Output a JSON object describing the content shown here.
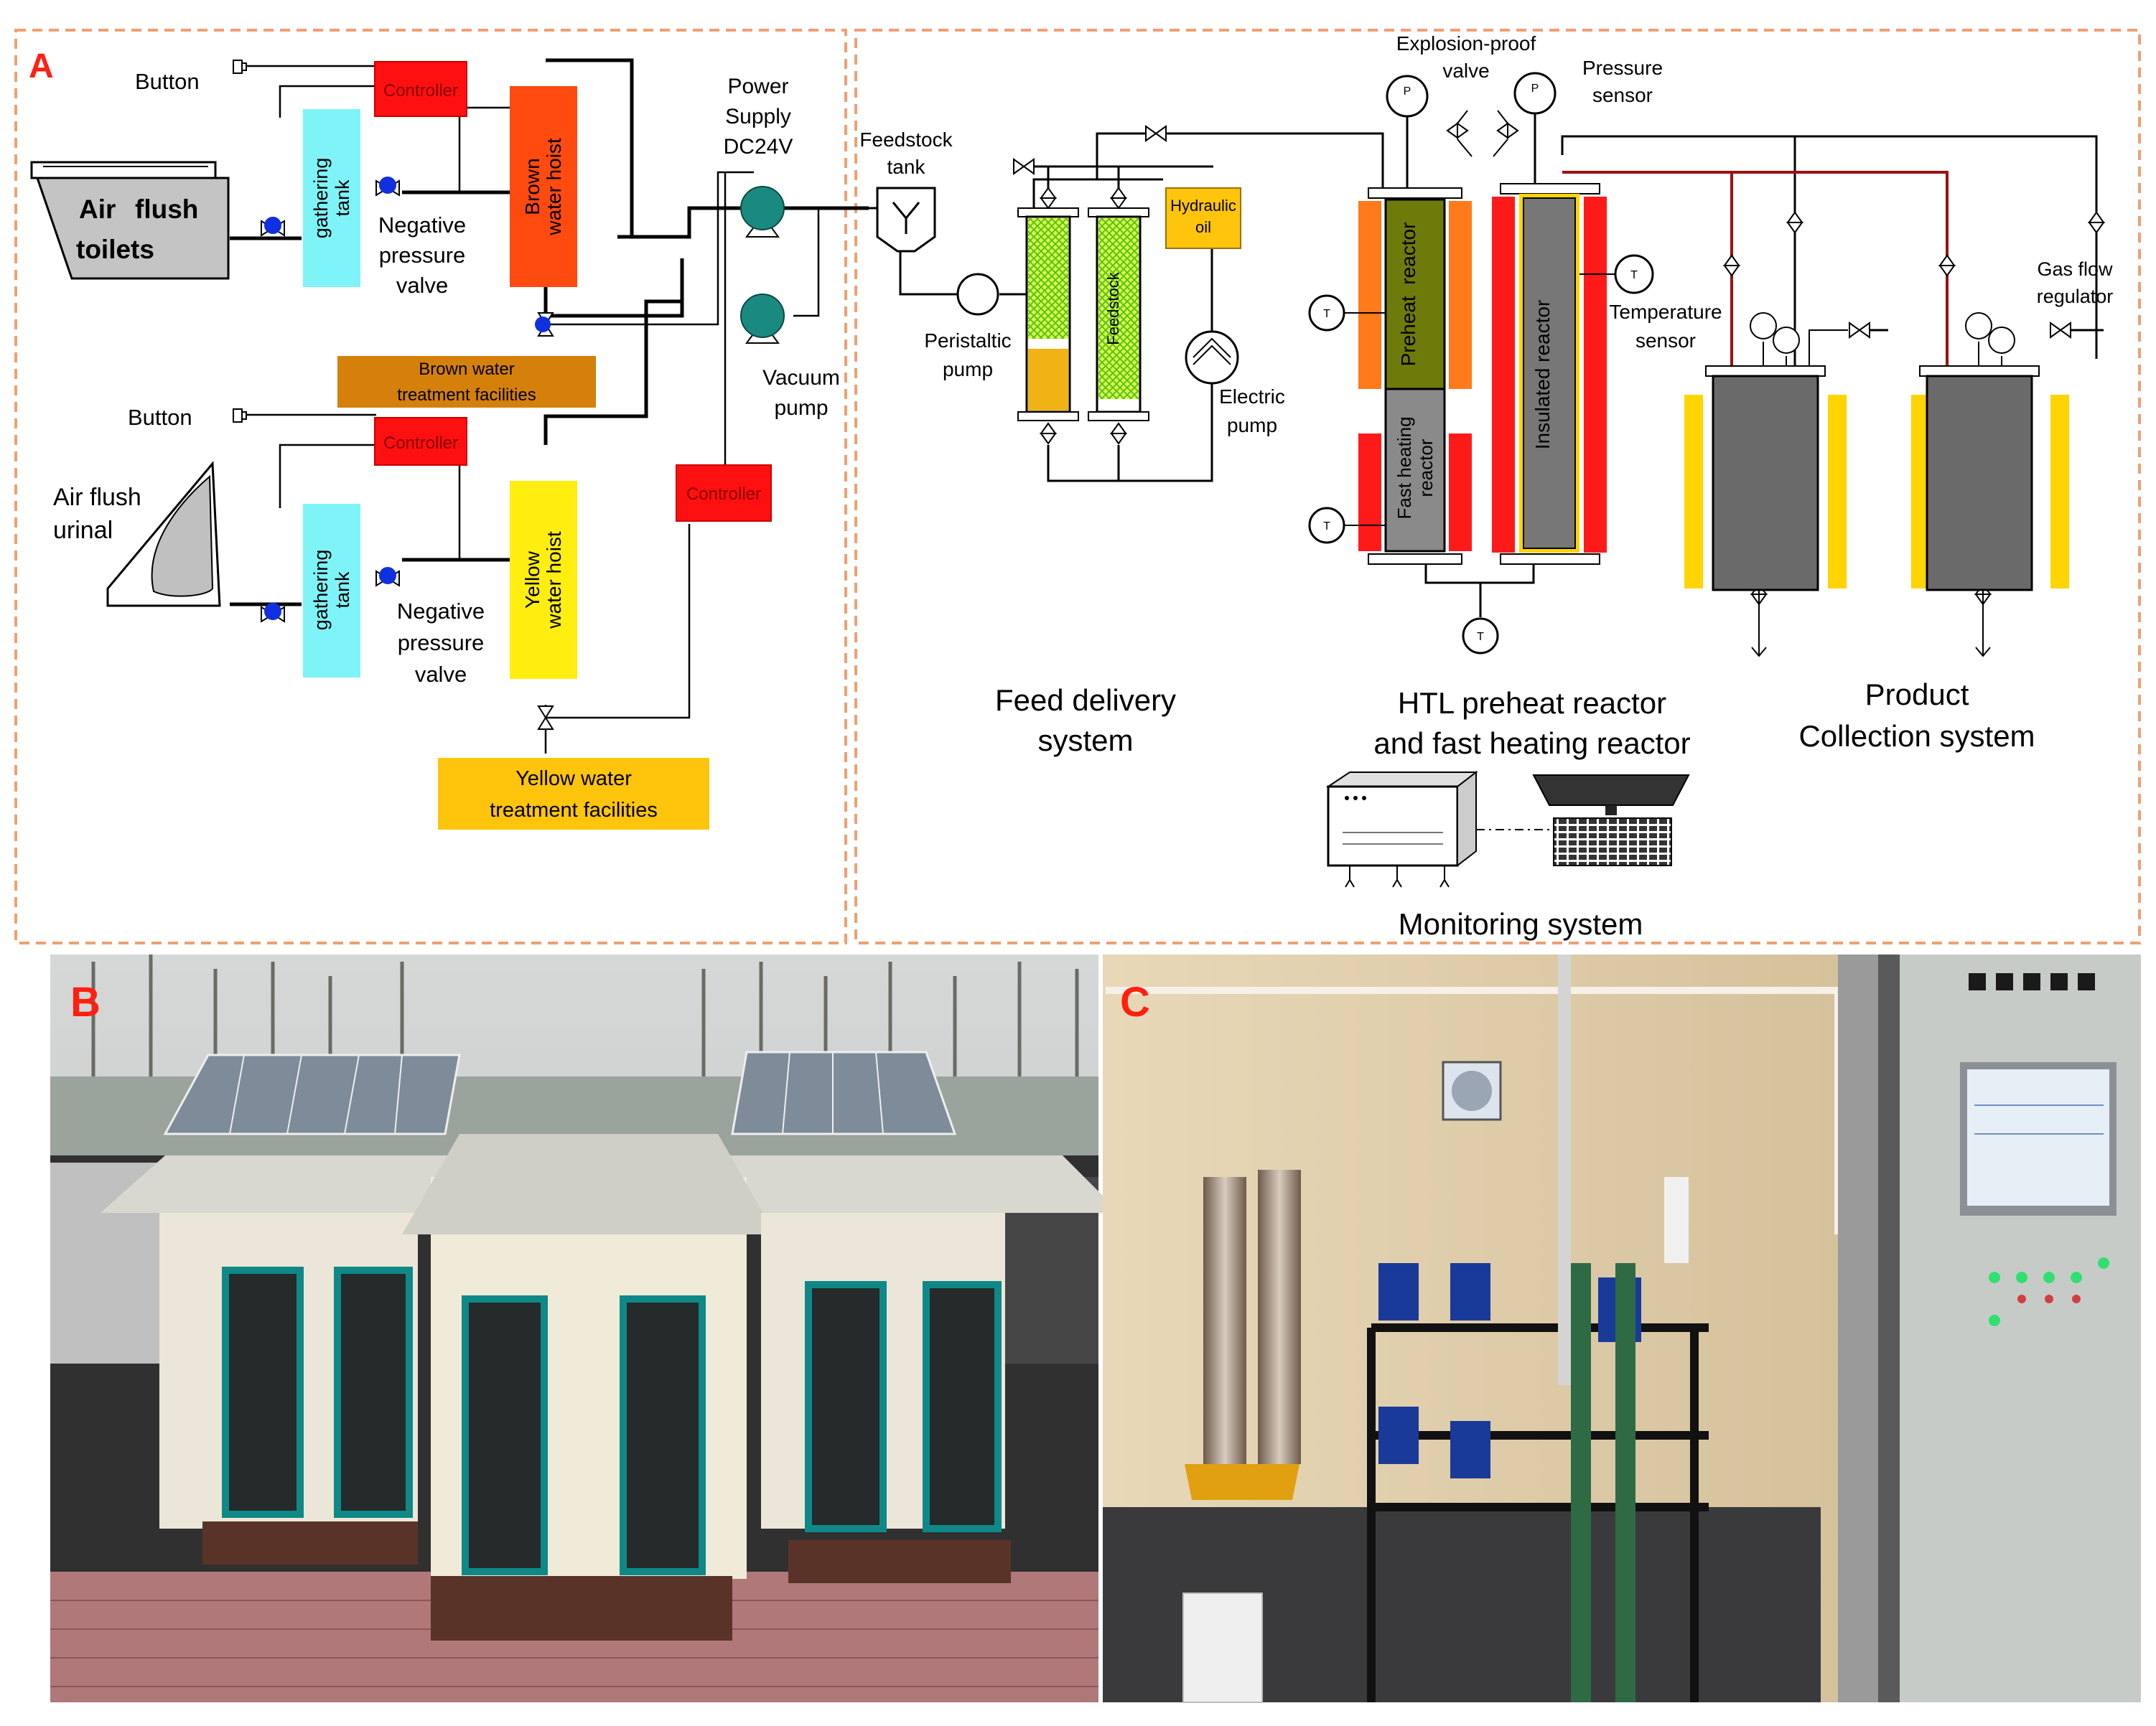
{
  "panel_letters": {
    "a": "A",
    "b": "B",
    "c": "C"
  },
  "left": {
    "button_top": "Button",
    "button_bottom": "Button",
    "controller_1": "Controller",
    "controller_2": "Controller",
    "controller_3": "Controller",
    "toilets": [
      "Air",
      "flush",
      "toilets"
    ],
    "urinal": [
      "Air flush",
      "urinal"
    ],
    "gathering_tank": [
      "gathering",
      "tank"
    ],
    "negative_valve": [
      "Negative",
      "pressure",
      "valve"
    ],
    "brown_hoist": [
      "Brown",
      "water hoist"
    ],
    "yellow_hoist": [
      "Yellow",
      "water hoist"
    ],
    "brown_facilities": [
      "Brown water",
      "treatment facilities"
    ],
    "yellow_facilities": [
      "Yellow water",
      "treatment facilities"
    ],
    "power_supply": [
      "Power",
      "Supply",
      "DC24V"
    ],
    "vacuum_pump": [
      "Vacuum",
      "pump"
    ]
  },
  "right": {
    "feedstock_tank": [
      "Feedstock",
      "tank"
    ],
    "peristaltic_pump": [
      "Peristaltic",
      "pump"
    ],
    "feedstock_column": "Feedstock",
    "hydraulic_oil": [
      "Hydraulic",
      "oil"
    ],
    "electric_pump": [
      "Electric",
      "pump"
    ],
    "explosion_valve": [
      "Explosion-proof",
      "valve"
    ],
    "pressure_sensor": [
      "Pressure",
      "sensor"
    ],
    "preheat_reactor": "Preheat  reactor",
    "fast_heating_reactor": [
      "Fast heating",
      "reactor"
    ],
    "insulated_reactor": "Insulated reactor",
    "temperature_sensor": [
      "Temperature",
      "sensor"
    ],
    "gas_flow_regulator": [
      "Gas flow",
      "regulator"
    ],
    "feed_delivery": [
      "Feed delivery",
      "system"
    ],
    "htl": [
      "HTL preheat reactor",
      "and fast heating reactor"
    ],
    "product_collection": [
      "Product",
      "Collection system"
    ],
    "monitoring": "Monitoring system",
    "gauge_p": "P",
    "gauge_t": "T"
  },
  "colors": {
    "frame": "#f0a070",
    "controller": "#ff1010",
    "gathering_tank": "#7ef4f8",
    "brown_hoist": "#ff4a10",
    "yellow_hoist": "#ffee10",
    "brown_facilities": "#d4800a",
    "yellow_facilities": "#ffc40c",
    "vacuum_pump": "#1a8a80",
    "valve_blue": "#1030e0",
    "preheat": "#6e7a0a",
    "heater_orange": "#ff7a1a",
    "heater_red": "#ff1a1a",
    "heater_yellow": "#ffd400",
    "reactor_gray": "#777777",
    "letter_red": "#ff2010"
  }
}
